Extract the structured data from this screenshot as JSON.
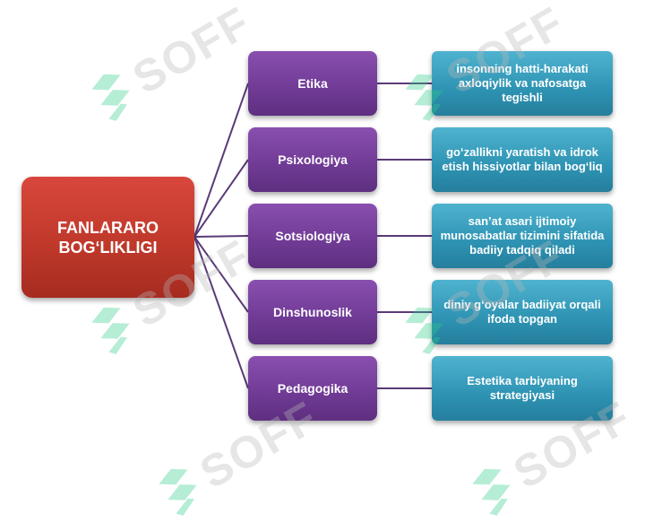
{
  "root": {
    "label": "FANLARARO\nBOG‘LIKLIGI",
    "color": "#c0392b"
  },
  "branches": [
    {
      "name": "Etika",
      "description": "insonning hatti-harakati axloqiylik va nafosatga tegishli"
    },
    {
      "name": "Psixologiya",
      "description": "go‘zallikni yaratish va idrok etish hissiyotlar bilan bog‘liq"
    },
    {
      "name": "Sotsiologiya",
      "description": "san’at asari ijtimoiy munosabatlar tizimini sifatida badiiy tadqiq qiladi"
    },
    {
      "name": "Dinshunoslik",
      "description": "diniy g‘oyalar badiiyat orqali ifoda topgan"
    },
    {
      "name": "Pedagogika",
      "description": "Estetika tarbiyaning strategiyasi"
    }
  ],
  "watermark": {
    "text": "SOFF",
    "mark_color": "#2ecc8a"
  },
  "colors": {
    "mid": "#6f3a94",
    "leaf": "#2e93b3",
    "connector": "#5b3a78"
  }
}
